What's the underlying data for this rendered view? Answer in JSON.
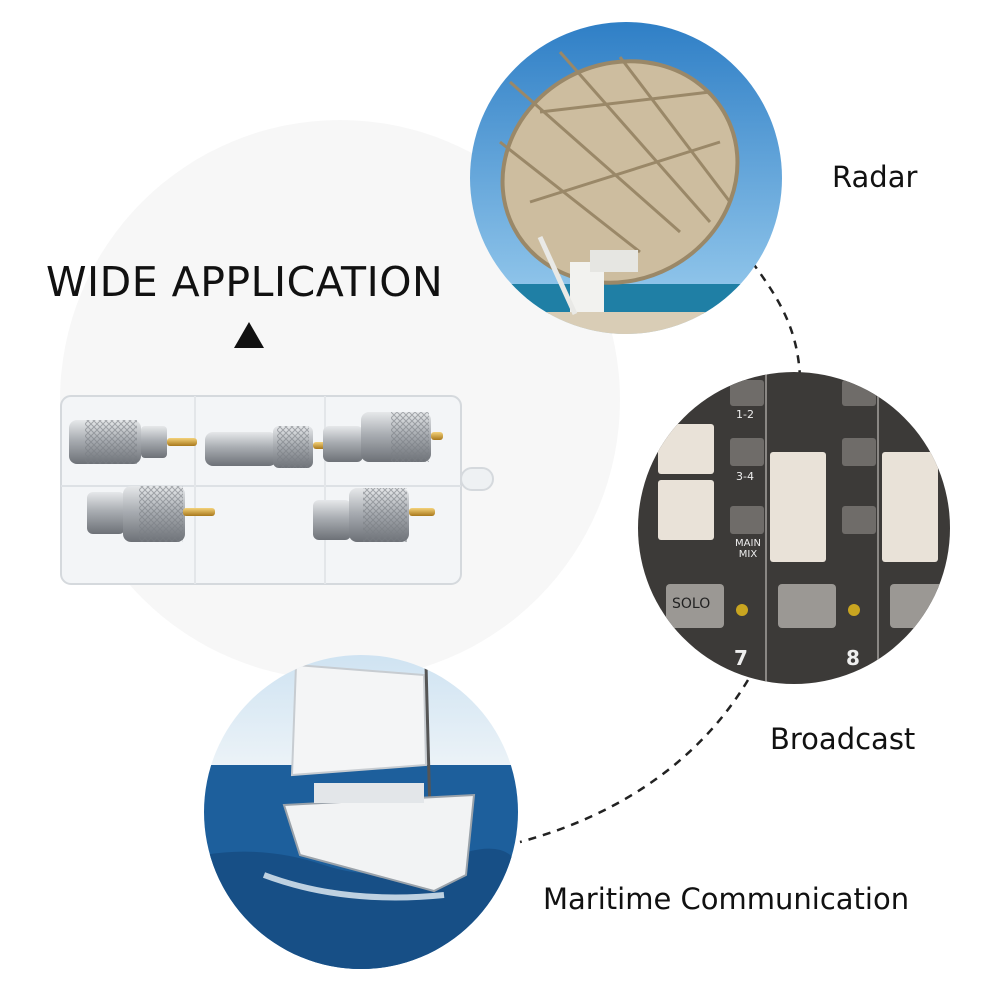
{
  "heading": {
    "title": "WIDE APPLICATION"
  },
  "applications": [
    {
      "label": "Radar",
      "icon": "satellite-dish-photo"
    },
    {
      "label": "Broadcast",
      "icon": "mixing-console-photo"
    },
    {
      "label": "Maritime Communication",
      "icon": "sailboat-photo"
    }
  ],
  "mixer": {
    "buttons": [
      "1-2",
      "3-4",
      "MAIN MIX",
      "SOLO"
    ],
    "channels": [
      "7",
      "8"
    ]
  },
  "colors": {
    "text": "#111111",
    "sky": "#5aa6dc",
    "sea": "#1d5f9c",
    "dish": "#c9b79a",
    "console": "#3c3a38",
    "connector_metal": "#b9bcc0",
    "connector_pin": "#d4a73a"
  }
}
